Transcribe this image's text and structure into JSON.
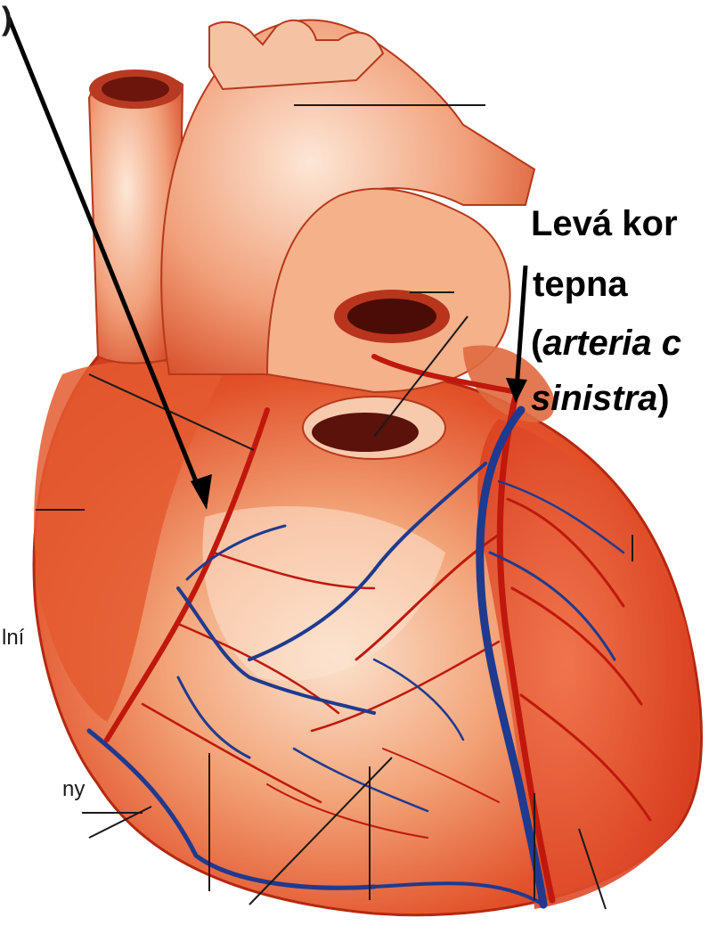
{
  "figure": {
    "label_main": {
      "line1": "Levá kor",
      "line2": "tepna",
      "line3_open": "(",
      "line3_italic": "arteria c",
      "line4_italic": "sinistra",
      "line4_close": ")"
    },
    "fragments": {
      "top_left": ")",
      "left_mid": "lní",
      "left_low": "ny"
    }
  },
  "colors": {
    "heart_base": "#e0421c",
    "heart_light": "#f6c9a8",
    "artery_red": "#c81d10",
    "vein_blue": "#1f3a8f",
    "pointer_line": "#000000"
  }
}
